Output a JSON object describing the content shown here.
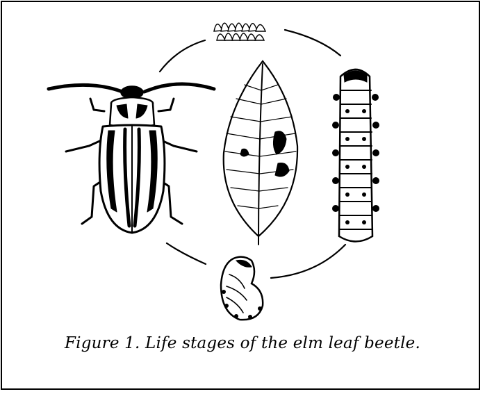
{
  "figure": {
    "caption": "Figure 1.  Life stages of the elm leaf beetle."
  },
  "stages": [
    "eggs",
    "larva",
    "pupa",
    "adult",
    "leaf"
  ]
}
